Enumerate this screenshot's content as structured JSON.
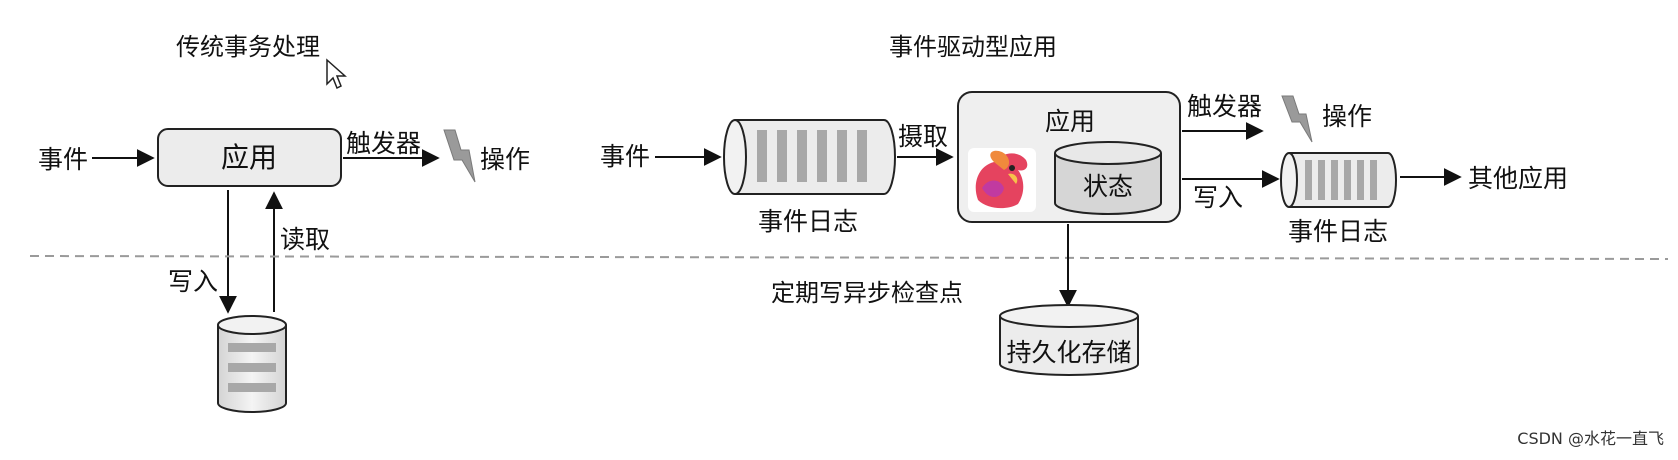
{
  "left": {
    "title": "传统事务处理",
    "event": "事件",
    "app": "应用",
    "trigger": "触发器",
    "action": "操作",
    "read": "读取",
    "write": "写入"
  },
  "right": {
    "title": "事件驱动型应用",
    "event": "事件",
    "ingest": "摄取",
    "event_log": "事件日志",
    "app": "应用",
    "state": "状态",
    "trigger": "触发器",
    "action": "操作",
    "write": "写入",
    "event_log_out": "事件日志",
    "other_apps": "其他应用",
    "checkpoint": "定期写异步检查点",
    "storage": "持久化存储"
  },
  "watermark": "CSDN @水花一直飞",
  "icons": {
    "lightning": "lightning-bolt-icon",
    "flink": "flink-squirrel-logo",
    "cursor": "mouse-cursor-icon"
  },
  "colors": {
    "box_fill": "#ececec",
    "bar_fill": "#a8a8a8",
    "dashed_line": "#9a9a9a",
    "bolt": "#9a9a9a"
  }
}
